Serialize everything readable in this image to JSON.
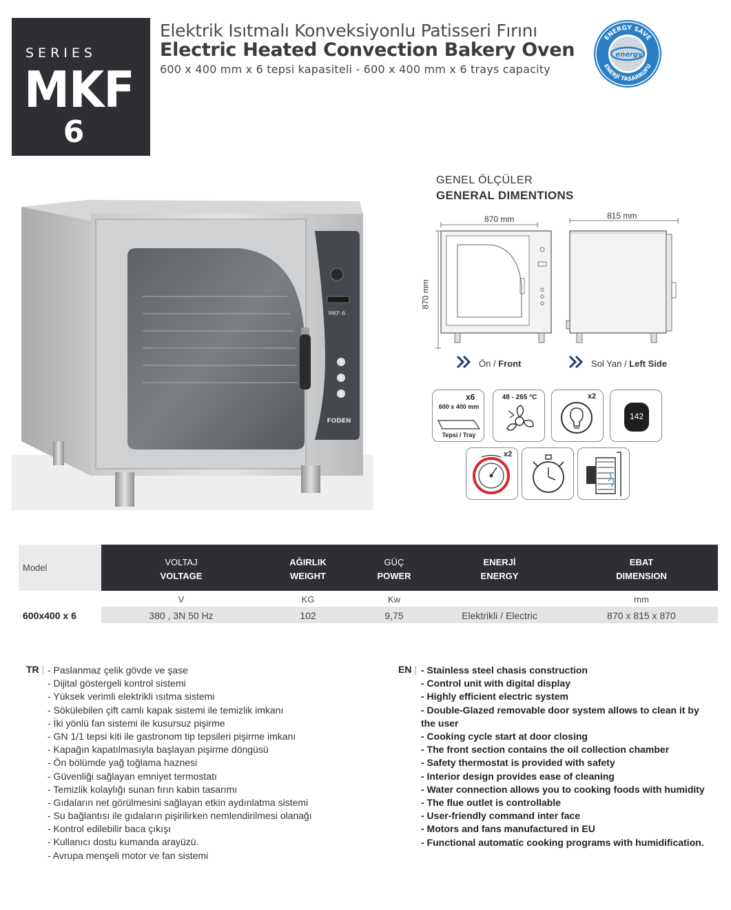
{
  "badge": {
    "series": "SERIES",
    "model": "MKF",
    "number": "6"
  },
  "title": {
    "tr": "Elektrik Isıtmalı Konveksiyonlu Patisseri Fırını",
    "en": "Electric Heated Convection Bakery Oven",
    "capacity": "600 x 400 mm x 6  tepsi kapasiteli  - 600 x 400 mm x 6 trays capacity"
  },
  "seal": {
    "top_text": "ENERGY SAVE",
    "bottom_text": "ENERJİ TASARRUFU",
    "center_text": "energy",
    "color": "#2a7fc4"
  },
  "photo": {
    "brand_text": "FODEN",
    "control_text": "MKF-6"
  },
  "dimensions": {
    "heading_tr": "GENEL ÖLÇÜLER",
    "heading_en": "GENERAL DIMENTIONS",
    "width": "870 mm",
    "depth": "815 mm",
    "height": "870 mm",
    "front_tr": "Ön / ",
    "front_en": "Front",
    "side_tr": "Sol Yan / ",
    "side_en": "Left Side"
  },
  "features": {
    "tray_count": "x6",
    "tray_size": "600 x 400 mm",
    "tray_label": "Tepsi / Tray",
    "temp_range": "48 - 265 °C",
    "lamp_count": "x2",
    "display_value": "142",
    "fan_count": "x2"
  },
  "table": {
    "model_header": "Model",
    "headers": [
      {
        "tr": "VOLTAJ",
        "en": "VOLTAGE"
      },
      {
        "tr": "AĞIRLIK",
        "en": "WEIGHT"
      },
      {
        "tr": "GÜÇ",
        "en": "POWER"
      },
      {
        "tr": "ENERJİ",
        "en": "ENERGY"
      },
      {
        "tr": "EBAT",
        "en": "DIMENSION"
      }
    ],
    "units": [
      "V",
      "KG",
      "Kw",
      "",
      "mm"
    ],
    "row": {
      "model": "600x400 x 6",
      "values": [
        "380 , 3N 50 Hz",
        "102",
        "9,75",
        "Elektrikli / Electric",
        "870 x 815 x 870"
      ]
    }
  },
  "lists": {
    "tr_tag": "TR",
    "en_tag": "EN",
    "separator": "|",
    "tr": [
      "-  Paslanmaz çelik gövde ve şase",
      "-  Dijital göstergeli kontrol sistemi",
      "-  Yüksek verimli elektrikli ısıtma sistemi",
      "-  Sökülebilen çift camlı kapak sistemi ile temizlik imkanı",
      "-  İki yönlü fan sistemi ile kusursuz pişirme",
      "-  GN 1/1 tepsi kiti ile gastronom tip tepsileri pişirme imkanı",
      "-  Kapağın kapatılmasıyla başlayan pişirme döngüsü",
      "-  Ön bölümde yağ toğlama haznesi",
      "-  Güvenliği sağlayan emniyet termostatı",
      "-  Temizlik kolaylığı sunan fırın kabin tasarımı",
      "-  Gıdaların net görülmesini sağlayan etkin aydınlatma sistemi",
      "-  Su bağlantısı ile gıdaların pişirilirken nemlendirilmesi olanağı",
      "-  Kontrol edilebilir baca çıkışı",
      "-  Kullanıcı dostu kumanda arayüzü.",
      "-  Avrupa menşeli motor ve fan sistemi"
    ],
    "en": [
      "-  Stainless steel chasis construction",
      "-  Control unit with digital display",
      "-  Highly efficient electric system",
      "-  Double-Glazed removable door system allows to clean it by the user",
      "-  Cooking cycle start at door closing",
      "-  The front section contains the oil collection chamber",
      "-  Safety thermostat is provided with safety",
      "-  Interior design provides ease of cleaning",
      "-  Water connection allows you to cooking foods with humidity",
      "-  The flue outlet is controllable",
      "-  User-friendly command inter face",
      "-  Motors and fans manufactured in EU",
      "-  Functional automatic cooking programs with humidification."
    ]
  }
}
